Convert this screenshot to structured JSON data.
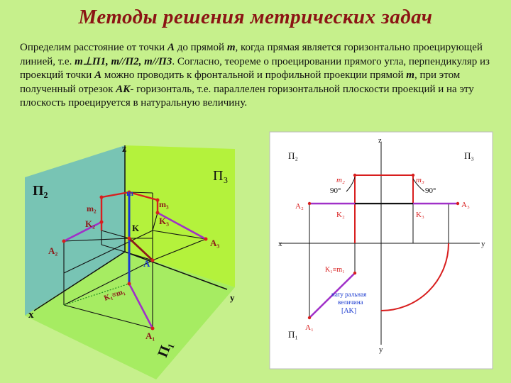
{
  "slide": {
    "title": "Методы решения метрических задач",
    "text": {
      "p1": "Определим расстояние от точки ",
      "a1": "А",
      "p2": " до прямой ",
      "m1": "m",
      "p3": ", когда прямая является горизонтально проецирующей линией, т.е. ",
      "rel1": "m⊥П1, m//П2, m//П3",
      "p4": ". Согласно, теореме о проецировании прямого угла, перпендикуляр из проекций точки ",
      "a2": "А",
      "p5": " можно проводить к фронтальной и профильной проекции прямой ",
      "m2": "m",
      "p6": ", при этом полученный отрезок ",
      "ak": "АК",
      "p7": "- горизонталь, т.е. параллелен горизонтальной плоскости проекций и на эту плоскость проецируется в натуральную величину."
    }
  },
  "left_figure": {
    "labels": {
      "z": "z",
      "p2": "П₂",
      "p3": "П₃",
      "p1": "П₁",
      "x": "x",
      "y": "y",
      "m3": "m₃",
      "m2": "m₂",
      "m": "m",
      "k2": "K₂",
      "k": "K",
      "k3": "K₃",
      "a2": "A₂",
      "a3": "A₃",
      "a": "A",
      "k1m1": "K₁≡m₁",
      "a1": "A₁"
    }
  },
  "right_figure": {
    "labels": {
      "z": "z",
      "p2": "П₂",
      "p3": "П₃",
      "m2": "m₂",
      "m3": "m₃",
      "deg_left": "90°",
      "deg_right": "90°",
      "a2": "A₂",
      "a3": "A₃",
      "k2": "K₂",
      "k3": "K₃",
      "x": "x",
      "y_right": "y",
      "k1m1": "K₁≡m₁",
      "nat1": "нату ральная",
      "nat2": "величина",
      "nat3": "[AK]",
      "a1": "A₁",
      "p1": "П₁",
      "y_bottom": "y"
    }
  },
  "colors": {
    "title": "#8b1414",
    "background": "#c6f08c",
    "plane_frontal": "#78c4b4",
    "plane_profile": "#b4f23c",
    "plane_horizontal": "#a6ec62",
    "line_red": "#d81e1e",
    "line_blue": "#1a3ad0",
    "line_purple": "#a030c8",
    "line_dark_red": "#8b1a1a"
  }
}
